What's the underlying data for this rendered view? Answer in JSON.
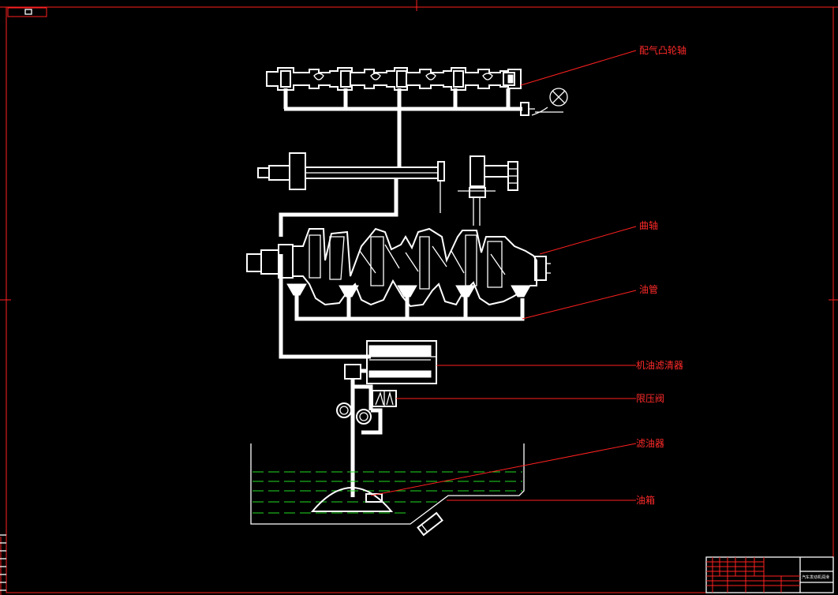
{
  "drawing": {
    "labels": {
      "camshaft": "配气凸轮轴",
      "crankshaft": "曲轴",
      "oil_pipe": "油管",
      "oil_filter": "机油滤清器",
      "pressure_valve": "限压阀",
      "strainer": "滤油器",
      "oil_pan": "油箱"
    },
    "title_block_text": "汽车发动机润滑"
  },
  "colors": {
    "background": "#000000",
    "frame": "#ff2020",
    "geometry": "#ffffff",
    "oil_level": "#22dd22",
    "label_text": "#ff2a2a"
  }
}
